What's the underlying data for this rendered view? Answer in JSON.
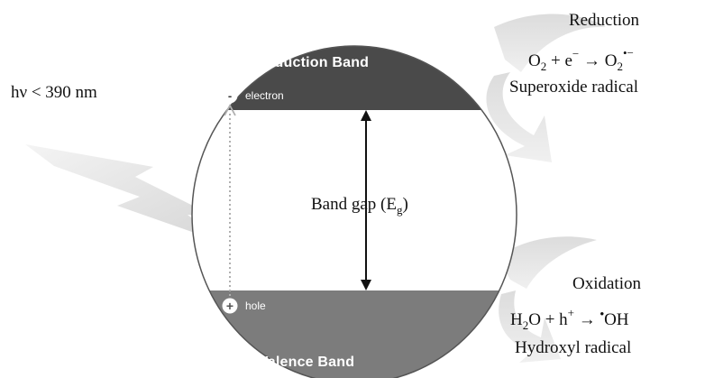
{
  "diagram": {
    "conduction_band": {
      "label": "Conduction Band",
      "electron_sign": "-",
      "electron_label": "electron"
    },
    "valence_band": {
      "label": "Valence Band",
      "hole_sign": "+",
      "hole_label": "hole"
    },
    "band_gap": {
      "label": "Band gap (E",
      "subscript": "g",
      "suffix": ")"
    },
    "light": {
      "label": "hν < 390 nm"
    },
    "reduction": {
      "title": "Reduction",
      "eq": {
        "a": "O",
        "a_sub": "2",
        "b": " + e",
        "b_sup": "−",
        "c": " → O",
        "c_sub": "2",
        "c_sup": "•−"
      },
      "product": "Superoxide radical"
    },
    "oxidation": {
      "title": "Oxidation",
      "eq": {
        "a": "H",
        "a_sub": "2",
        "b": "O + h",
        "b_sup": "+",
        "c": " → ",
        "c_sup": "•",
        "d": "OH"
      },
      "product": "Hydroxyl radical"
    },
    "colors": {
      "conduction": "#4a4a4a",
      "valence": "#7c7c7c",
      "arrow_fade": "#e2e2e2",
      "outline": "#555555"
    }
  }
}
